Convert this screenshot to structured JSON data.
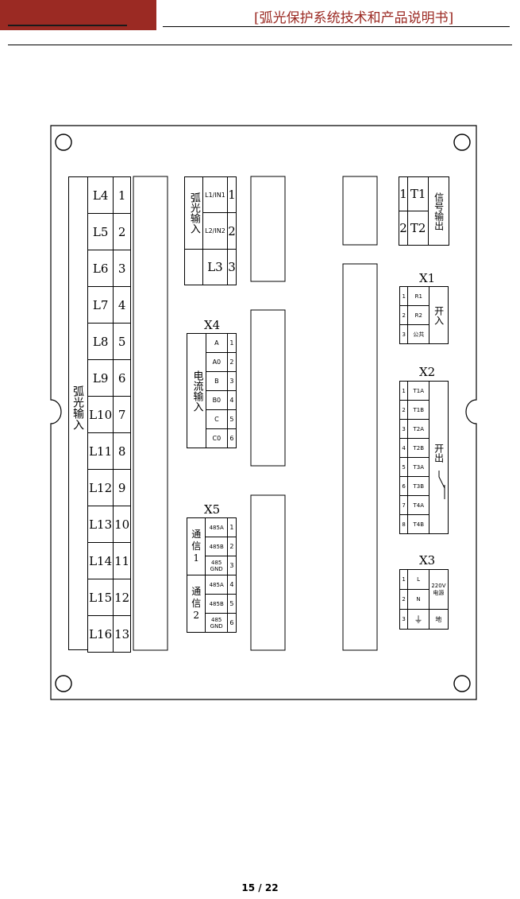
{
  "header": {
    "title": "[弧光保护系统技术和产品说明书]"
  },
  "footer": {
    "page": "15 / 22"
  },
  "diagram": {
    "left_block": {
      "label": "弧光输入",
      "rows": [
        {
          "name": "L4",
          "num": "1"
        },
        {
          "name": "L5",
          "num": "2"
        },
        {
          "name": "L6",
          "num": "3"
        },
        {
          "name": "L7",
          "num": "4"
        },
        {
          "name": "L8",
          "num": "5"
        },
        {
          "name": "L9",
          "num": "6"
        },
        {
          "name": "L10",
          "num": "7"
        },
        {
          "name": "L11",
          "num": "8"
        },
        {
          "name": "L12",
          "num": "9"
        },
        {
          "name": "L13",
          "num": "10"
        },
        {
          "name": "L14",
          "num": "11"
        },
        {
          "name": "L15",
          "num": "12"
        },
        {
          "name": "L16",
          "num": "13"
        }
      ]
    },
    "arc_in": {
      "label": "弧光输入",
      "rows": [
        {
          "name": "L1/IN1",
          "num": "1"
        },
        {
          "name": "L2/IN2",
          "num": "2"
        },
        {
          "name": "L3",
          "num": "3"
        }
      ]
    },
    "x4": {
      "title": "X4",
      "label": "电流输入",
      "rows": [
        {
          "name": "A",
          "num": "1"
        },
        {
          "name": "A0",
          "num": "2"
        },
        {
          "name": "B",
          "num": "3"
        },
        {
          "name": "B0",
          "num": "4"
        },
        {
          "name": "C",
          "num": "5"
        },
        {
          "name": "C0",
          "num": "6"
        }
      ]
    },
    "x5": {
      "title": "X5",
      "group1": "通信1",
      "group2": "通信2",
      "rows": [
        {
          "name": "485A",
          "num": "1"
        },
        {
          "name": "485B",
          "num": "2"
        },
        {
          "name": "485 GND",
          "num": "3"
        },
        {
          "name": "485A",
          "num": "4"
        },
        {
          "name": "485B",
          "num": "5"
        },
        {
          "name": "485 GND",
          "num": "6"
        }
      ]
    },
    "signal": {
      "label": "信号输出",
      "rows": [
        {
          "num": "1",
          "name": "T1"
        },
        {
          "num": "2",
          "name": "T2"
        }
      ]
    },
    "x1": {
      "title": "X1",
      "label": "开入",
      "rows": [
        {
          "num": "1",
          "name": "R1"
        },
        {
          "num": "2",
          "name": "R2"
        },
        {
          "num": "3",
          "name": "公共"
        }
      ]
    },
    "x2": {
      "title": "X2",
      "label": "开出",
      "rows": [
        {
          "num": "1",
          "name": "T1A"
        },
        {
          "num": "2",
          "name": "T1B"
        },
        {
          "num": "3",
          "name": "T2A"
        },
        {
          "num": "4",
          "name": "T2B"
        },
        {
          "num": "5",
          "name": "T3A"
        },
        {
          "num": "6",
          "name": "T3B"
        },
        {
          "num": "7",
          "name": "T4A"
        },
        {
          "num": "8",
          "name": "T4B"
        }
      ]
    },
    "x3": {
      "title": "X3",
      "rows": [
        {
          "num": "1",
          "name": "L",
          "desc": "220V电源"
        },
        {
          "num": "2",
          "name": "N",
          "desc": ""
        },
        {
          "num": "3",
          "name": "⏚",
          "desc": "地"
        }
      ]
    }
  }
}
